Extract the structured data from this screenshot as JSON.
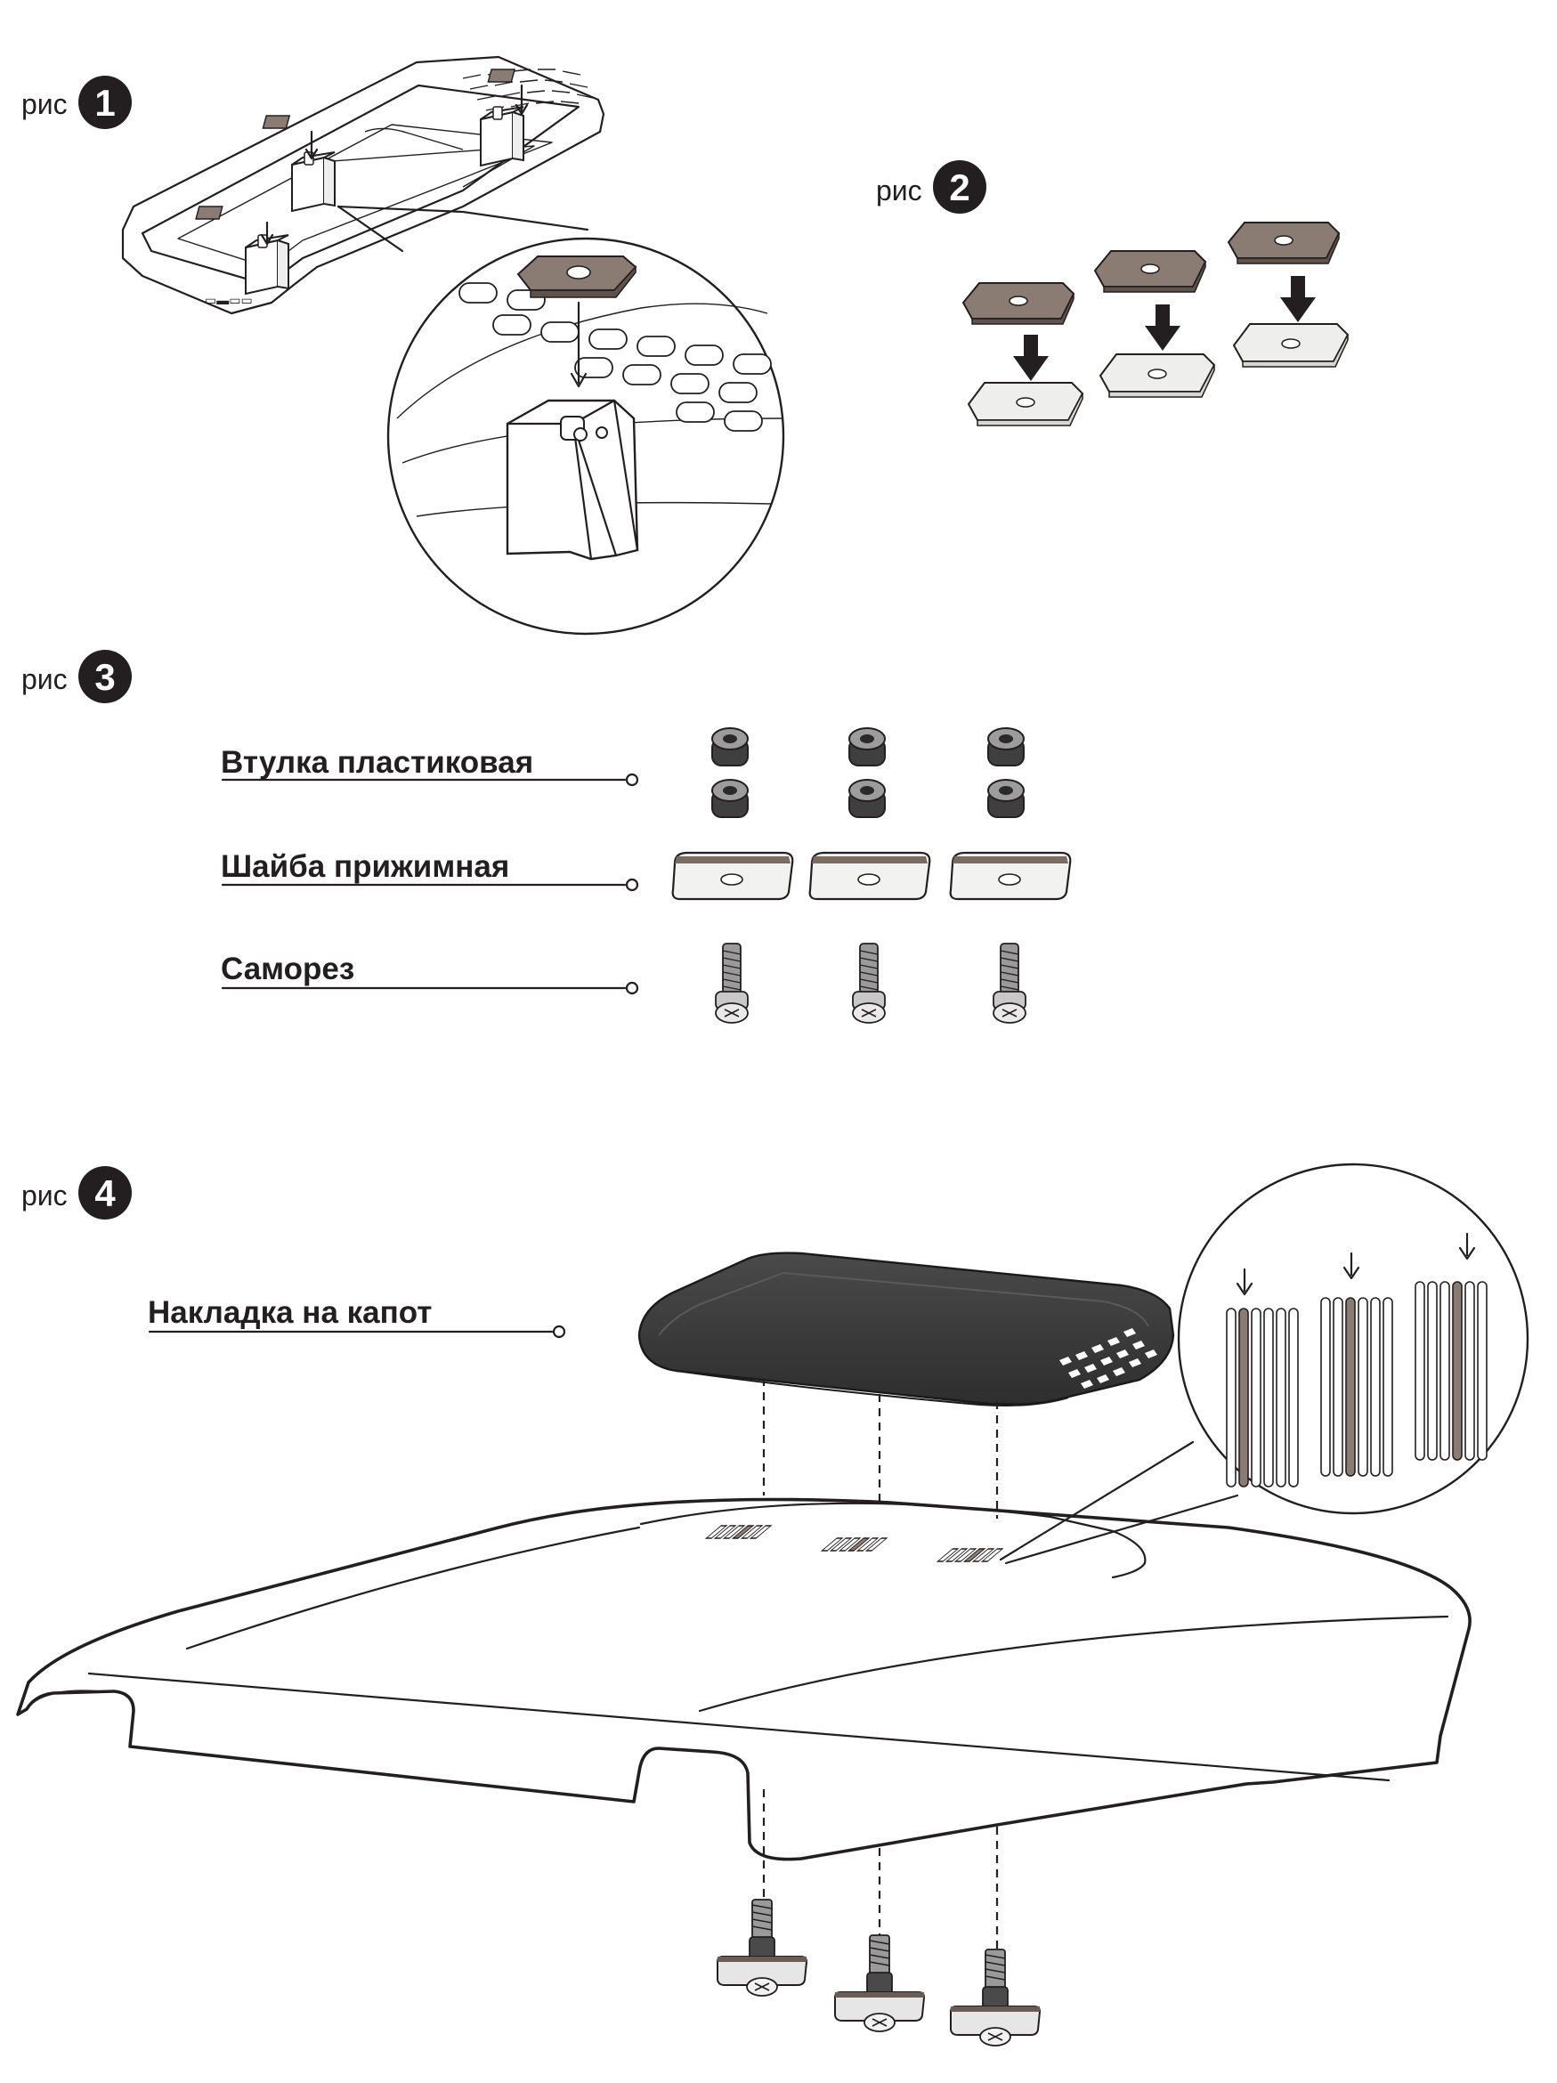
{
  "figures": [
    {
      "prefix": "рис",
      "number": "1"
    },
    {
      "prefix": "рис",
      "number": "2"
    },
    {
      "prefix": "рис",
      "number": "3"
    },
    {
      "prefix": "рис",
      "number": "4"
    }
  ],
  "parts": {
    "bushing": "Втулка пластиковая",
    "washer": "Шайба прижимная",
    "screw": "Саморез",
    "hood_cover": "Накладка на капот"
  },
  "colors": {
    "pad_brown": "#8a7b73",
    "pad_white": "#eeeeec",
    "line": "#231f20",
    "cover_dark": "#3a3a3a",
    "slot_fill": "#8a7b73"
  }
}
